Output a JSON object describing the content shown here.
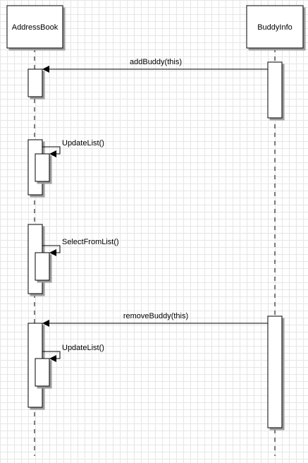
{
  "participants": [
    {
      "id": "addressbook",
      "label": "AddressBook"
    },
    {
      "id": "buddyinfo",
      "label": "BuddyInfo"
    }
  ],
  "messages": [
    {
      "id": "add-buddy",
      "label": "addBuddy(this)",
      "kind": "call"
    },
    {
      "id": "update-list-1",
      "label": "UpdateList()",
      "kind": "self"
    },
    {
      "id": "select-from-list",
      "label": "SelectFromList()",
      "kind": "self"
    },
    {
      "id": "remove-buddy",
      "label": "removeBuddy(this)",
      "kind": "call"
    },
    {
      "id": "update-list-2",
      "label": "UpdateList()",
      "kind": "self"
    }
  ],
  "colors": {
    "stroke": "#000000",
    "fill": "#ffffff",
    "grid": "#e6e6e6",
    "shadow": "#9a9a9a"
  }
}
